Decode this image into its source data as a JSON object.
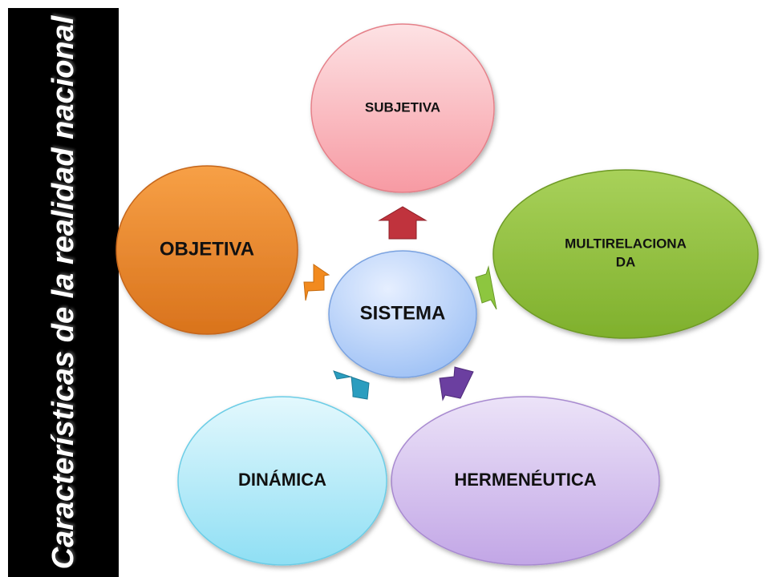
{
  "title": "Características de la realidad nacional",
  "center": {
    "label": "SISTEMA"
  },
  "nodes": {
    "subjetiva": {
      "label": "SUBJETIVA"
    },
    "multirelacionada": {
      "label_line1": "MULTIRELACIONA",
      "label_line2": "DA"
    },
    "hermeneutica": {
      "label": "HERMENÉUTICA"
    },
    "dinamica": {
      "label": "DINÁMICA"
    },
    "objetiva": {
      "label": "OBJETIVA"
    }
  },
  "colors": {
    "center": "#9ec1f5",
    "subjetiva": "#f9a0a8",
    "multirelacionada": "#94c23c",
    "hermeneutica": "#c7aee8",
    "dinamica": "#98e3f5",
    "objetiva": "#ef8a2c",
    "arrow_subjetiva": "#c0333d",
    "arrow_multirelacionada": "#8dc63f",
    "arrow_hermeneutica": "#6b3fa0",
    "arrow_dinamica": "#2a9dbf",
    "arrow_objetiva": "#f28a1e"
  }
}
